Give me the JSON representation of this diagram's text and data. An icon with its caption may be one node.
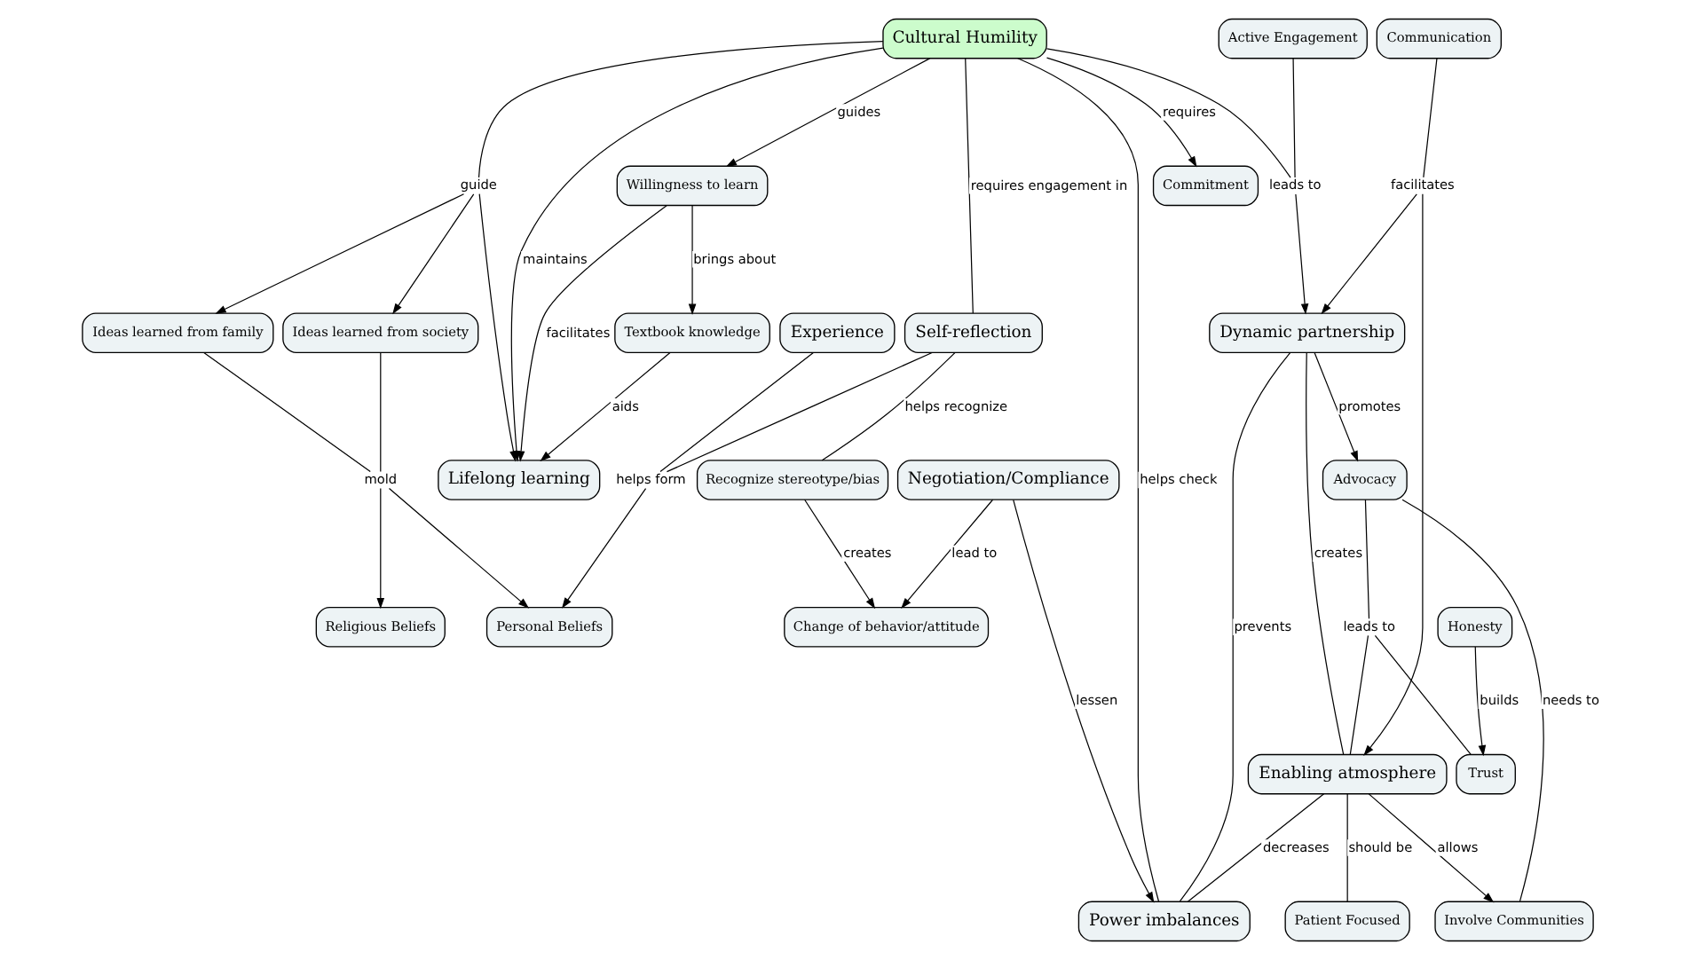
{
  "diagram": {
    "nodes": [
      {
        "text": [
          "Lifelong learning"
        ]
      },
      {
        "text": [
          "Textbook knowledge"
        ]
      },
      {
        "text": [
          "Ideas learned from family"
        ]
      },
      {
        "text": [
          "Commitment"
        ]
      },
      {
        "text": [
          "guide"
        ]
      },
      {
        "text": [
          "Willingness to learn"
        ]
      },
      {
        "text": [
          "Advocacy"
        ]
      },
      {
        "text": [
          "mold"
        ]
      },
      {
        "text": [
          "Ideas learned from society"
        ]
      },
      {
        "text": [
          "Involve Communities"
        ]
      },
      {
        "text": [
          "Religious Beliefs"
        ]
      },
      {
        "text": [
          "Cultural Humility"
        ]
      },
      {
        "text": [
          "leads to"
        ]
      },
      {
        "text": [
          "Dynamic partnership"
        ]
      },
      {
        "text": [
          "leads to"
        ]
      },
      {
        "text": [
          "Active Engagement"
        ]
      },
      {
        "text": [
          "Experience"
        ]
      },
      {
        "text": [
          "Trust"
        ]
      },
      {
        "text": [
          "Personal Beliefs"
        ]
      },
      {
        "text": [
          "facilitates"
        ]
      },
      {
        "text": [
          "helps form"
        ]
      },
      {
        "text": [
          "Enabling atmosphere"
        ]
      },
      {
        "text": [
          "Self-reflection"
        ]
      },
      {
        "text": [
          "Power imbalances"
        ]
      },
      {
        "text": [
          "Communication"
        ]
      },
      {
        "text": [
          "Honesty"
        ]
      },
      {
        "text": [
          "Patient Focused"
        ]
      },
      {
        "text": [
          "Negotiation/Compliance"
        ]
      },
      {
        "text": [
          "Change of behavior/attitude"
        ]
      },
      {
        "text": [
          "Recognize stereotype/bias"
        ]
      }
    ],
    "edges": [
      {
        "from": 1,
        "to": 0,
        "arrow": "to",
        "label": "aids"
      },
      {
        "from": 5,
        "to": 0,
        "arrow": "to",
        "label": "facilitates"
      },
      {
        "from": 5,
        "to": 1,
        "arrow": "to",
        "label": "brings about"
      },
      {
        "from": 11,
        "to": 4,
        "arrow": "none"
      },
      {
        "from": 4,
        "to": 2,
        "arrow": "to"
      },
      {
        "from": 4,
        "to": 8,
        "arrow": "to"
      },
      {
        "from": 4,
        "to": 0,
        "arrow": "to"
      },
      {
        "from": 11,
        "to": 0,
        "arrow": "to",
        "label": "maintains"
      },
      {
        "from": 11,
        "to": 5,
        "arrow": "to",
        "label": "guides"
      },
      {
        "from": 11,
        "to": 3,
        "arrow": "to",
        "label": "requires"
      },
      {
        "from": 2,
        "to": 7,
        "arrow": "none"
      },
      {
        "from": 8,
        "to": 7,
        "arrow": "none"
      },
      {
        "from": 7,
        "to": 10,
        "arrow": "to"
      },
      {
        "from": 7,
        "to": 18,
        "arrow": "to"
      },
      {
        "from": 11,
        "to": 12,
        "arrow": "none"
      },
      {
        "from": 15,
        "to": 12,
        "arrow": "none"
      },
      {
        "from": 12,
        "to": 13,
        "arrow": "to"
      },
      {
        "from": 13,
        "to": 6,
        "arrow": "to",
        "label": "promotes"
      },
      {
        "from": 6,
        "to": 9,
        "arrow": "none",
        "label": "needs to"
      },
      {
        "from": 6,
        "to": 14,
        "arrow": "none"
      },
      {
        "from": 14,
        "to": 21,
        "arrow": "none"
      },
      {
        "from": 14,
        "to": 17,
        "arrow": "none"
      },
      {
        "from": 21,
        "to": 9,
        "arrow": "to",
        "label": "allows"
      },
      {
        "from": 13,
        "to": 21,
        "arrow": "none",
        "label": "creates"
      },
      {
        "from": 24,
        "to": 19,
        "arrow": "none"
      },
      {
        "from": 19,
        "to": 13,
        "arrow": "to"
      },
      {
        "from": 19,
        "to": 21,
        "arrow": "to"
      },
      {
        "from": 21,
        "to": 23,
        "arrow": "none",
        "label": "decreases"
      },
      {
        "from": 13,
        "to": 23,
        "arrow": "none",
        "label": "prevents"
      },
      {
        "from": 21,
        "to": 26,
        "arrow": "none",
        "label": "should be"
      },
      {
        "from": 25,
        "to": 17,
        "arrow": "to",
        "label": "builds"
      },
      {
        "from": 11,
        "to": 23,
        "arrow": "none",
        "label": "helps check"
      },
      {
        "from": 11,
        "to": 22,
        "arrow": "none",
        "label": "requires engagement in"
      },
      {
        "from": 22,
        "to": 20,
        "arrow": "none"
      },
      {
        "from": 16,
        "to": 20,
        "arrow": "none"
      },
      {
        "from": 20,
        "to": 18,
        "arrow": "to"
      },
      {
        "from": 22,
        "to": 29,
        "arrow": "none",
        "label": "helps recognize"
      },
      {
        "from": 29,
        "to": 28,
        "arrow": "to",
        "label": "creates"
      },
      {
        "from": 27,
        "to": 23,
        "arrow": "to",
        "label": "lessen"
      },
      {
        "from": 27,
        "to": 28,
        "arrow": "to",
        "label": "lead to"
      }
    ]
  }
}
